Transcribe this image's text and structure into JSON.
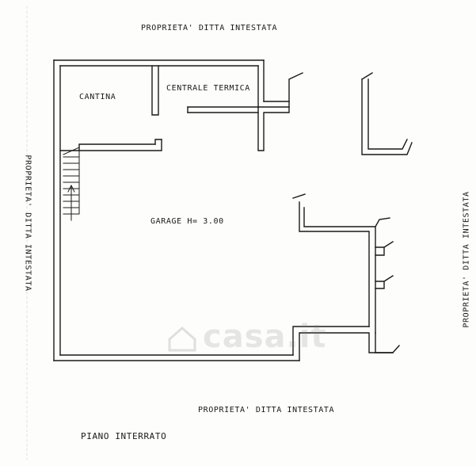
{
  "labels": {
    "top_neighbor": "PROPRIETA' DITTA INTESTATA",
    "left_neighbor": "PROPRIETA' DITTA INTESTATA",
    "right_neighbor": "PROPRIETA' DITTA INTESTATA",
    "bottom_neighbor": "PROPRIETA' DITTA INTESTATA",
    "cantina": "CANTINA",
    "centrale_termica": "CENTRALE TERMICA",
    "garage": "GARAGE H= 3.00",
    "floor_title": "PIANO INTERRATO",
    "watermark": "casa.it"
  },
  "colors": {
    "ink": "#1a1a1a",
    "paper": "#fdfdfb",
    "watermark": "#9a9a9a"
  }
}
